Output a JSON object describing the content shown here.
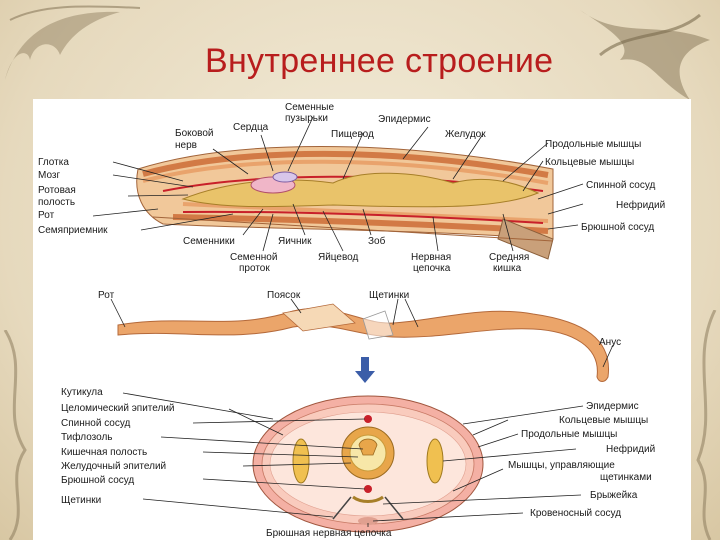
{
  "slide": {
    "title": "Внутреннее строение"
  },
  "top_section": {
    "labels_left": [
      "Глотка",
      "Мозг",
      "Ротовая",
      "полость",
      "Рот",
      "Семяприемник"
    ],
    "labels_top": [
      "Боковой",
      "нерв",
      "Сердца",
      "Семенные",
      "пузырьки",
      "Пищевод",
      "Эпидермис",
      "Желудок"
    ],
    "labels_right": [
      "Продольные мышцы",
      "Кольцевые мышцы",
      "Спинной сосуд",
      "Нефридий",
      "Брюшной сосуд"
    ],
    "labels_bottom": [
      "Семенники",
      "Яичник",
      "Зоб",
      "Семенной",
      "проток",
      "Яйцевод",
      "Нервная",
      "цепочка",
      "Средняя",
      "кишка"
    ]
  },
  "middle_section": {
    "labels": [
      "Рот",
      "Поясок",
      "Щетинки",
      "Анус"
    ]
  },
  "bottom_section": {
    "labels_left": [
      "Кутикула",
      "Целомический эпителий",
      "Спинной сосуд",
      "Тифлозоль",
      "Кишечная полость",
      "Желудочный эпителий",
      "Брюшной сосуд",
      "Щетинки"
    ],
    "labels_right": [
      "Эпидермис",
      "Кольцевые мышцы",
      "Продольные мышцы",
      "Нефридий",
      "Мышцы, управляющие",
      "щетинками",
      "Брыжейка",
      "Кровеносный сосуд"
    ],
    "label_bottom": "Брюшная нервная цепочка"
  },
  "colors": {
    "title": "#b81d1d",
    "muscle": "#e89a5c",
    "vessel": "#c8202a",
    "arrow": "#3b5da8"
  }
}
